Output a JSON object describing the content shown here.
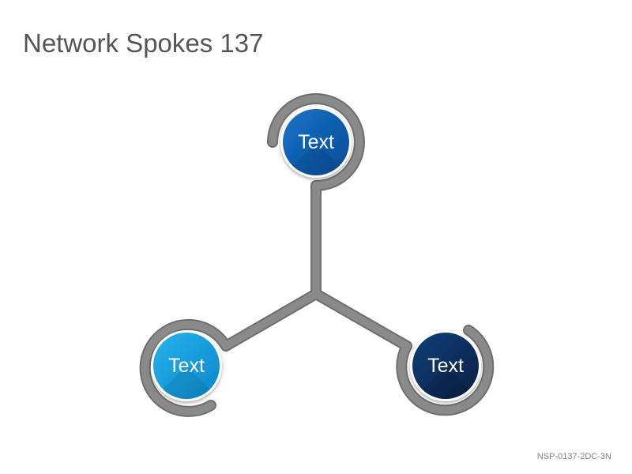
{
  "title": "Network Spokes 137",
  "nodes": [
    {
      "id": "top",
      "label": "Text",
      "color": "#0a5cb0"
    },
    {
      "id": "left",
      "label": "Text",
      "color": "#129fe0"
    },
    {
      "id": "right",
      "label": "Text",
      "color": "#0c2f60"
    }
  ],
  "connector_color": "#808080",
  "footer_code": "NSP-0137-2DC-3N"
}
